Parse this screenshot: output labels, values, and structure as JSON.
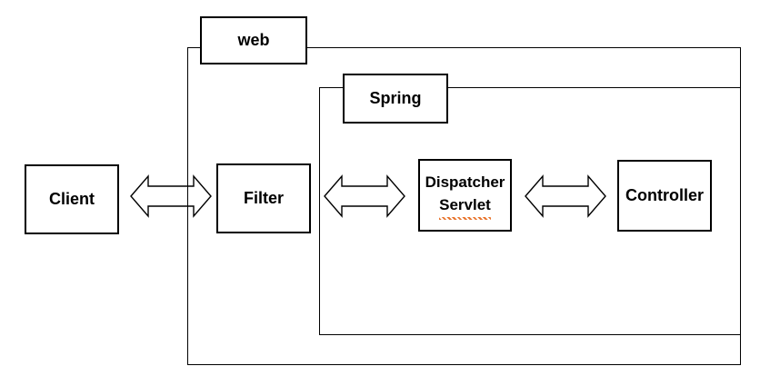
{
  "diagram": {
    "containers": [
      {
        "id": "web",
        "label": "web"
      },
      {
        "id": "spring",
        "label": "Spring"
      }
    ],
    "nodes": [
      {
        "id": "client",
        "label": "Client"
      },
      {
        "id": "filter",
        "label": "Filter"
      },
      {
        "id": "dispatcher_servlet",
        "label_line1": "Dispatcher",
        "label_line2": "Servlet",
        "spellcheck_underline_on": "Servlet"
      },
      {
        "id": "controller",
        "label": "Controller"
      }
    ],
    "connections": [
      {
        "from": "Client",
        "to": "Filter",
        "style": "double-headed-hollow-arrow"
      },
      {
        "from": "Filter",
        "to": "Dispatcher Servlet",
        "style": "double-headed-hollow-arrow"
      },
      {
        "from": "Dispatcher Servlet",
        "to": "Controller",
        "style": "double-headed-hollow-arrow"
      }
    ],
    "colors": {
      "background": "#ffffff",
      "line": "#000000",
      "text": "#000000",
      "spellcheck_squiggle": "#e8742c"
    }
  }
}
